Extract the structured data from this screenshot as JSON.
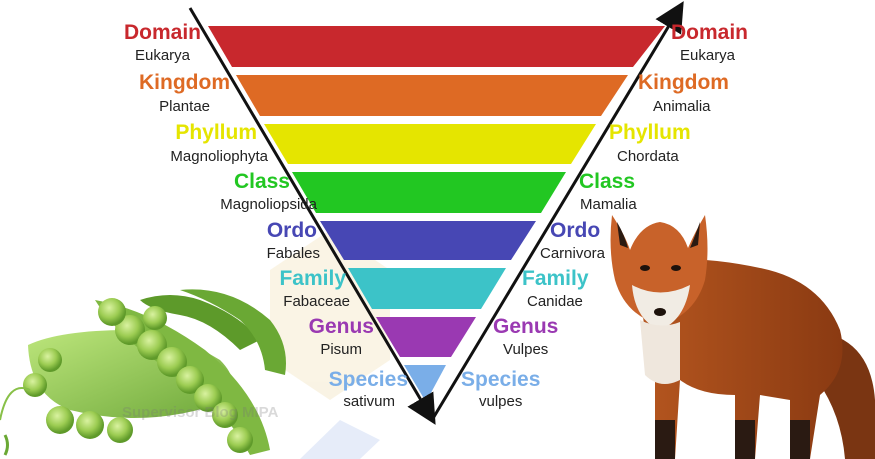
{
  "colors": {
    "domain": "#c8282d",
    "kingdom": "#de6a24",
    "phylum": "#e5e500",
    "class": "#22c722",
    "ordo": "#4747b4",
    "family": "#3cc3c8",
    "genus": "#9a39b2",
    "species": "#7aaee8"
  },
  "ranks": [
    {
      "name": "Domain",
      "plant": "Eukarya",
      "animal": "Eukarya"
    },
    {
      "name": "Kingdom",
      "plant": "Plantae",
      "animal": "Animalia"
    },
    {
      "name": "Phyllum",
      "plant": "Magnoliophyta",
      "animal": "Chordata"
    },
    {
      "name": "Class",
      "plant": "Magnoliopsida",
      "animal": "Mamalia"
    },
    {
      "name": "Ordo",
      "plant": "Fabales",
      "animal": "Carnivora"
    },
    {
      "name": "Family",
      "plant": "Fabaceae",
      "animal": "Canidae"
    },
    {
      "name": "Genus",
      "plant": "Pisum",
      "animal": "Vulpes"
    },
    {
      "name": "Species",
      "plant": "sativum",
      "animal": "vulpes"
    }
  ],
  "images": {
    "plant_icon": "pea-pod-illustration",
    "animal_icon": "red-fox-illustration"
  },
  "watermark": "Supervisor Blog MIPA"
}
